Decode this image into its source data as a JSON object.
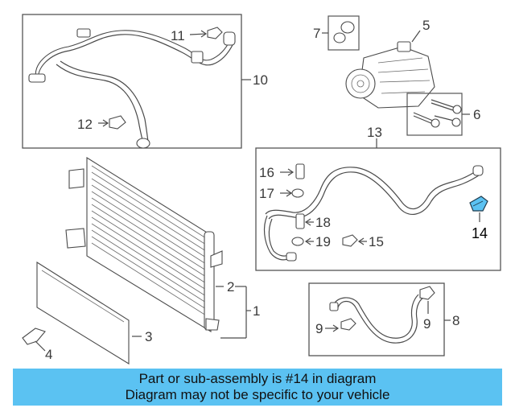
{
  "callouts": {
    "c1": "1",
    "c2": "2",
    "c3": "3",
    "c4": "4",
    "c5": "5",
    "c6": "6",
    "c7": "7",
    "c8": "8",
    "c9a": "9",
    "c9b": "9",
    "c10": "10",
    "c11": "11",
    "c12": "12",
    "c13": "13",
    "c14": "14",
    "c15": "15",
    "c16": "16",
    "c17": "17",
    "c18": "18",
    "c19": "19"
  },
  "highlight_color": "#5bc2f2",
  "banner": {
    "line1": "Part or sub-assembly is #14 in diagram",
    "line2": "Diagram may not be specific to your vehicle"
  }
}
